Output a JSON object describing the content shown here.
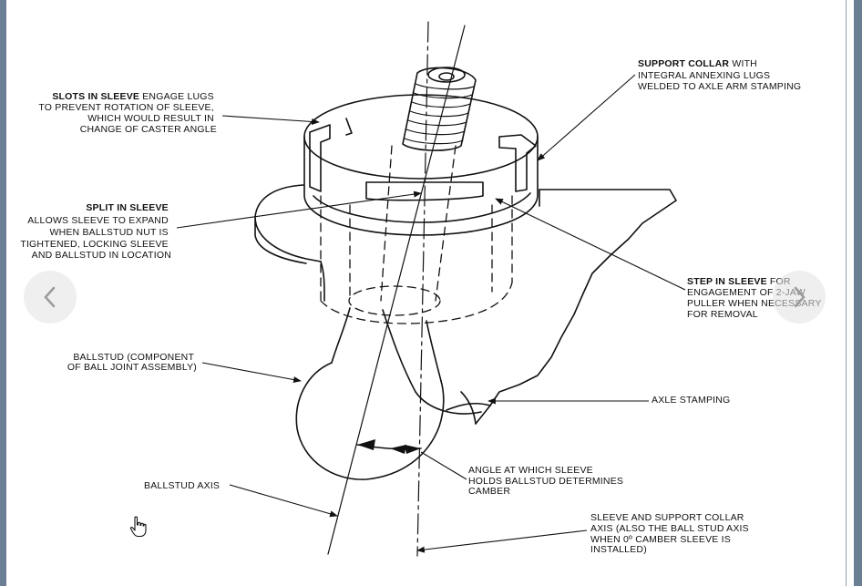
{
  "figure": {
    "labels": {
      "slots": {
        "lines": [
          {
            "bold": "SLOTS IN SLEEVE",
            "text": " ENGAGE LUGS"
          },
          {
            "bold": "",
            "text": "TO PREVENT ROTATION OF SLEEVE,"
          },
          {
            "bold": "",
            "text": "WHICH WOULD RESULT IN"
          },
          {
            "bold": "",
            "text": "CHANGE OF CASTER ANGLE"
          }
        ]
      },
      "split": {
        "lines": [
          {
            "bold": "SPLIT IN SLEEVE",
            "text": ""
          },
          {
            "bold": "",
            "text": "ALLOWS SLEEVE TO EXPAND"
          },
          {
            "bold": "",
            "text": "WHEN BALLSTUD NUT IS"
          },
          {
            "bold": "",
            "text": "TIGHTENED, LOCKING SLEEVE"
          },
          {
            "bold": "",
            "text": "AND BALLSTUD IN LOCATION"
          }
        ]
      },
      "ballstud": {
        "lines": [
          {
            "bold": "",
            "text": "BALLSTUD (COMPONENT"
          },
          {
            "bold": "",
            "text": "OF BALL JOINT ASSEMBLY)"
          }
        ]
      },
      "ballstud_axis": {
        "lines": [
          {
            "bold": "",
            "text": "BALLSTUD AXIS"
          }
        ]
      },
      "support_collar": {
        "lines": [
          {
            "bold": "SUPPORT COLLAR",
            "text": " WITH"
          },
          {
            "bold": "",
            "text": "INTEGRAL ANNEXING LUGS"
          },
          {
            "bold": "",
            "text": "WELDED TO AXLE ARM STAMPING"
          }
        ]
      },
      "step": {
        "lines": [
          {
            "bold": "STEP IN SLEEVE",
            "text": " FOR"
          },
          {
            "bold": "",
            "text": "ENGAGEMENT OF 2-JAW"
          },
          {
            "bold": "",
            "text": "PULLER WHEN NECESSARY"
          },
          {
            "bold": "",
            "text": "FOR REMOVAL"
          }
        ]
      },
      "axle": {
        "lines": [
          {
            "bold": "",
            "text": "AXLE STAMPING"
          }
        ]
      },
      "angle": {
        "lines": [
          {
            "bold": "",
            "text": "ANGLE AT WHICH SLEEVE"
          },
          {
            "bold": "",
            "text": "HOLDS BALLSTUD DETERMINES"
          },
          {
            "bold": "",
            "text": "CAMBER"
          }
        ]
      },
      "sleeve_axis": {
        "lines": [
          {
            "bold": "",
            "text": "SLEEVE AND SUPPORT COLLAR"
          },
          {
            "bold": "",
            "text": "AXIS (ALSO THE BALL STUD AXIS"
          },
          {
            "bold": "",
            "text": "WHEN 0º CAMBER SLEEVE IS"
          },
          {
            "bold": "",
            "text": "INSTALLED)"
          }
        ]
      }
    }
  },
  "viewer": {
    "prev_icon": "chevron-left-icon",
    "next_icon": "chevron-right-icon",
    "cursor_icon": "hand-pointer-icon"
  }
}
